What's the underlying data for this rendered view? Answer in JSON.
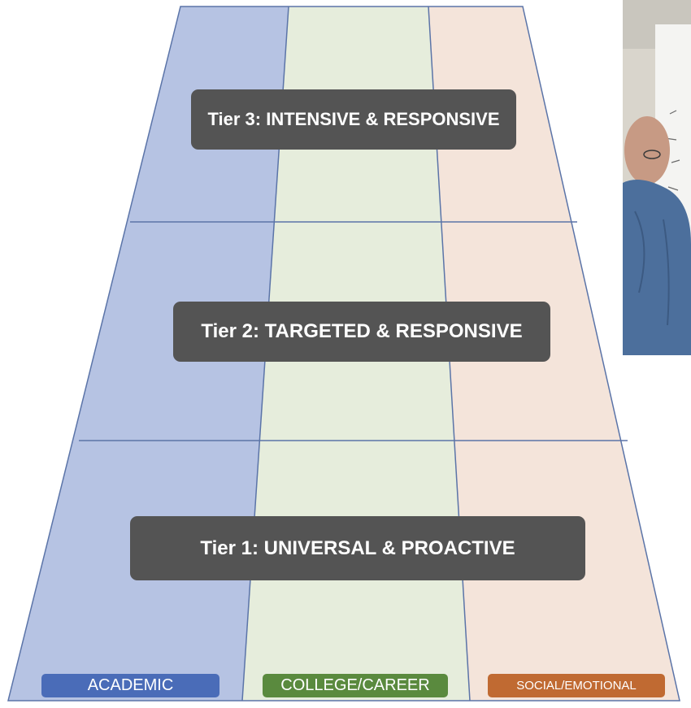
{
  "tiers": [
    {
      "label": "Tier 3: INTENSIVE & RESPONSIVE"
    },
    {
      "label": "Tier 2: TARGETED & RESPONSIVE"
    },
    {
      "label": "Tier 1: UNIVERSAL & PROACTIVE"
    }
  ],
  "domains": [
    {
      "label": "ACADEMIC",
      "column_color": "#b6c3e3",
      "label_color": "#4a6cb8"
    },
    {
      "label": "COLLEGE/CAREER",
      "column_color": "#e6eddc",
      "label_color": "#5a8a3e"
    },
    {
      "label": "SOCIAL/EMOTIONAL",
      "column_color": "#f4e4da",
      "label_color": "#c06a32"
    }
  ],
  "colors": {
    "grid_line": "#5b74a8",
    "tier_box": "#545454"
  }
}
